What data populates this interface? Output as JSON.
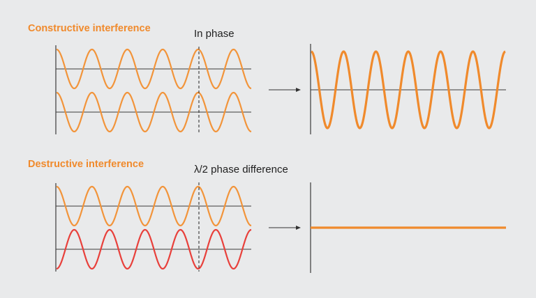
{
  "constructive": {
    "title": "Constructive interference",
    "phase_label": "In phase"
  },
  "destructive": {
    "title": "Destructive interference",
    "phase_label": "λ/2 phase difference"
  },
  "colors": {
    "background": "#e9eaeb",
    "accent": "#f08a2c",
    "wave_orange": "#f2943a",
    "wave_red": "#e8403b",
    "axis": "#3a3a3a"
  },
  "waves": {
    "cycles": 5.5,
    "result_cycles": 6,
    "phase_shift_fraction": 0.5
  }
}
